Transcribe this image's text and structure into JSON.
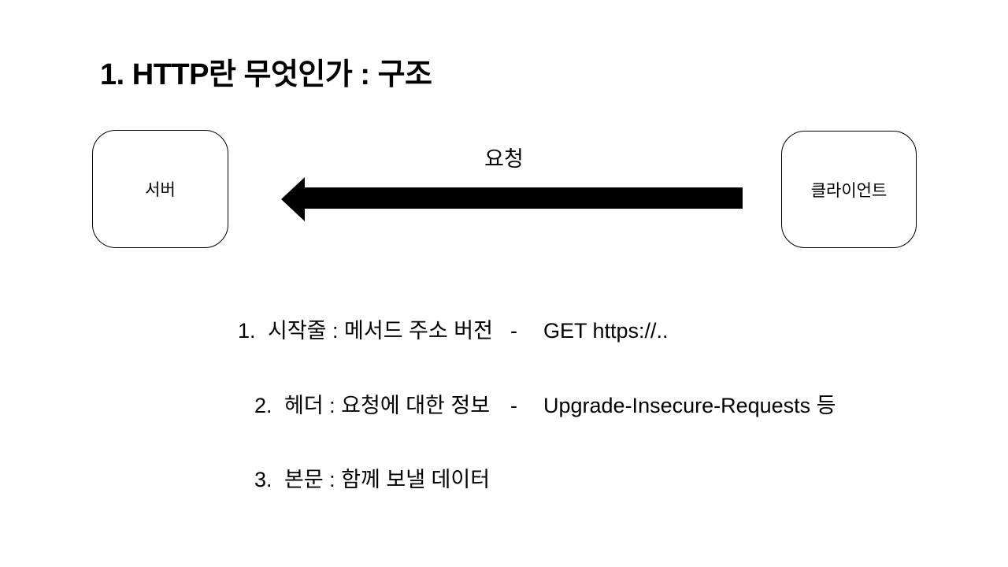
{
  "slide": {
    "title": "1. HTTP란 무엇인가 : 구조",
    "background_color": "#ffffff",
    "text_color": "#000000"
  },
  "diagram": {
    "server_box": {
      "label": "서버"
    },
    "client_box": {
      "label": "클라이언트"
    },
    "arrow": {
      "label": "요청",
      "direction": "right-to-left",
      "color": "#000000"
    }
  },
  "list": {
    "items": [
      {
        "num": "1.",
        "text": "시작줄 : 메서드 주소 버전",
        "dash": "-",
        "detail": "GET https://.."
      },
      {
        "num": "2.",
        "text": "헤더 : 요청에 대한 정보",
        "dash": "-",
        "detail": "Upgrade-Insecure-Requests 등"
      },
      {
        "num": "3.",
        "text": "본문 : 함께 보낼 데이터",
        "dash": "",
        "detail": ""
      }
    ]
  }
}
